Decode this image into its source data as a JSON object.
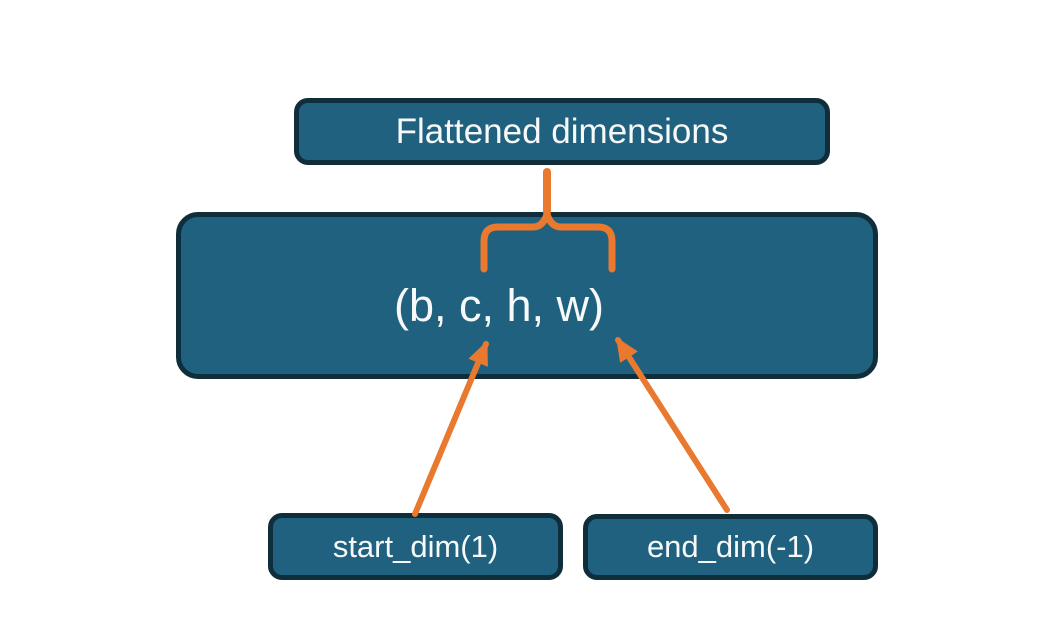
{
  "diagram": {
    "title": "flatten start_dim / end_dim diagram",
    "colors": {
      "background": "#ffffff",
      "node_fill": "#20617f",
      "node_border": "#0f2d3b",
      "node_text": "#f7f9f9",
      "connector_orange": "#e8792f"
    },
    "nodes": {
      "flattened": {
        "label": "Flattened dimensions"
      },
      "tensor": {
        "label": "(b, c, h, w)"
      },
      "start_dim": {
        "label": "start_dim(1)"
      },
      "end_dim": {
        "label": "end_dim(-1)"
      }
    },
    "icons": [
      {
        "name": "stem-connector-line",
        "shape": "vertical orange segment linking Flattened dimensions box to brace peak"
      },
      {
        "name": "brace-icon",
        "shape": "upward-pointing curly brace spanning the c and h dimensions"
      },
      {
        "name": "start-dim-arrow-icon",
        "shape": "orange arrow from start_dim(1) box up to dimension c"
      },
      {
        "name": "end-dim-arrow-icon",
        "shape": "orange arrow from end_dim(-1) box up to dimension w"
      }
    ]
  }
}
